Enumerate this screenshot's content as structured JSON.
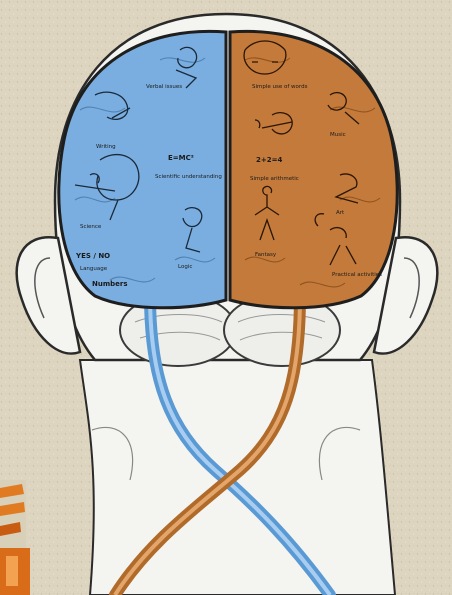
{
  "illustration": {
    "subject": "split-brain",
    "colors": {
      "background": "#ddd5c0",
      "skin": "#f4f4f0",
      "outline": "#2a2a2a",
      "left_hemisphere": "#7aaee0",
      "right_hemisphere": "#c47a3a",
      "corner_logo_orange": "#e07b22"
    },
    "left_hemisphere_labels": [
      "Verbal issues",
      "Writing",
      "E=MC²",
      "Scientific understanding",
      "Science",
      "YES / NO",
      "Language",
      "Logic",
      "Numbers"
    ],
    "right_hemisphere_labels": [
      "Simple use of words",
      "Music",
      "2+2=4",
      "Simple arithmetic",
      "Art",
      "Fantasy",
      "Practical activities"
    ]
  }
}
